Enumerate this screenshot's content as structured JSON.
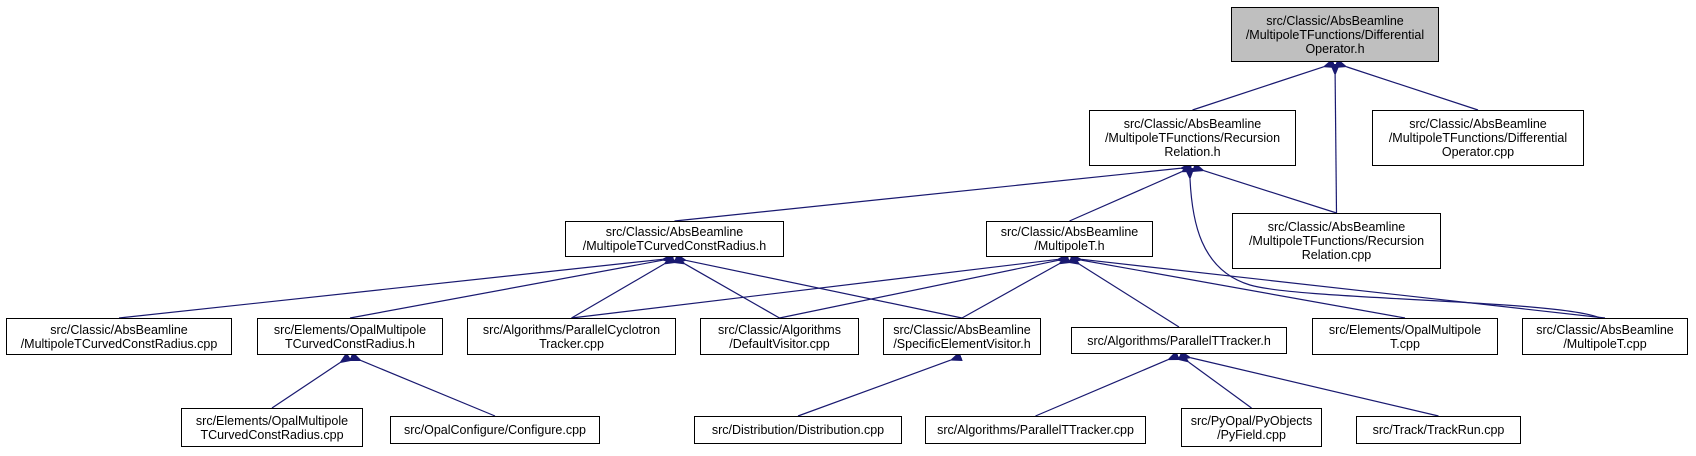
{
  "colors": {
    "edge": "#191970",
    "focus_fill": "#bfbfbf",
    "node_fill": "#ffffff",
    "border": "#000000"
  },
  "nodes": [
    {
      "id": "diffop_h",
      "lines": [
        "src/Classic/AbsBeamline",
        "/MultipoleTFunctions/Differential",
        "Operator.h"
      ],
      "highlight": true
    },
    {
      "id": "recrel_h",
      "lines": [
        "src/Classic/AbsBeamline",
        "/MultipoleTFunctions/Recursion",
        "Relation.h"
      ]
    },
    {
      "id": "diffop_cpp",
      "lines": [
        "src/Classic/AbsBeamline",
        "/MultipoleTFunctions/Differential",
        "Operator.cpp"
      ]
    },
    {
      "id": "curved_h",
      "lines": [
        "src/Classic/AbsBeamline",
        "/MultipoleTCurvedConstRadius.h"
      ]
    },
    {
      "id": "multipolet_h",
      "lines": [
        "src/Classic/AbsBeamline",
        "/MultipoleT.h"
      ]
    },
    {
      "id": "recrel_cpp",
      "lines": [
        "src/Classic/AbsBeamline",
        "/MultipoleTFunctions/Recursion",
        "Relation.cpp"
      ]
    },
    {
      "id": "curved_cpp",
      "lines": [
        "src/Classic/AbsBeamline",
        "/MultipoleTCurvedConstRadius.cpp"
      ]
    },
    {
      "id": "opal_curved_h",
      "lines": [
        "src/Elements/OpalMultipole",
        "TCurvedConstRadius.h"
      ]
    },
    {
      "id": "pct_cpp",
      "lines": [
        "src/Algorithms/ParallelCyclotron",
        "Tracker.cpp"
      ]
    },
    {
      "id": "defvis_cpp",
      "lines": [
        "src/Classic/Algorithms",
        "/DefaultVisitor.cpp"
      ]
    },
    {
      "id": "sev_h",
      "lines": [
        "src/Classic/AbsBeamline",
        "/SpecificElementVisitor.h"
      ]
    },
    {
      "id": "ptt_h",
      "lines": [
        "src/Algorithms/ParallelTTracker.h"
      ]
    },
    {
      "id": "opal_mt_cpp",
      "lines": [
        "src/Elements/OpalMultipole",
        "T.cpp"
      ]
    },
    {
      "id": "multipolet_cpp",
      "lines": [
        "src/Classic/AbsBeamline",
        "/MultipoleT.cpp"
      ]
    },
    {
      "id": "opal_curved_cpp",
      "lines": [
        "src/Elements/OpalMultipole",
        "TCurvedConstRadius.cpp"
      ]
    },
    {
      "id": "configure_cpp",
      "lines": [
        "src/OpalConfigure/Configure.cpp"
      ]
    },
    {
      "id": "distribution_cpp",
      "lines": [
        "src/Distribution/Distribution.cpp"
      ]
    },
    {
      "id": "ptt_cpp",
      "lines": [
        "src/Algorithms/ParallelTTracker.cpp"
      ]
    },
    {
      "id": "pyfield_cpp",
      "lines": [
        "src/PyOpal/PyObjects",
        "/PyField.cpp"
      ]
    },
    {
      "id": "trackrun_cpp",
      "lines": [
        "src/Track/TrackRun.cpp"
      ]
    }
  ],
  "edges": [
    {
      "from": "recrel_h",
      "to": "diffop_h"
    },
    {
      "from": "recrel_cpp",
      "to": "diffop_h"
    },
    {
      "from": "diffop_cpp",
      "to": "diffop_h"
    },
    {
      "from": "curved_h",
      "to": "recrel_h"
    },
    {
      "from": "multipolet_h",
      "to": "recrel_h"
    },
    {
      "from": "recrel_cpp",
      "to": "recrel_h"
    },
    {
      "from": "multipolet_cpp",
      "to": "recrel_h"
    },
    {
      "from": "curved_cpp",
      "to": "curved_h"
    },
    {
      "from": "opal_curved_h",
      "to": "curved_h"
    },
    {
      "from": "pct_cpp",
      "to": "curved_h"
    },
    {
      "from": "defvis_cpp",
      "to": "curved_h"
    },
    {
      "from": "sev_h",
      "to": "curved_h"
    },
    {
      "from": "pct_cpp",
      "to": "multipolet_h"
    },
    {
      "from": "defvis_cpp",
      "to": "multipolet_h"
    },
    {
      "from": "sev_h",
      "to": "multipolet_h"
    },
    {
      "from": "ptt_h",
      "to": "multipolet_h"
    },
    {
      "from": "opal_mt_cpp",
      "to": "multipolet_h"
    },
    {
      "from": "multipolet_cpp",
      "to": "multipolet_h"
    },
    {
      "from": "opal_curved_cpp",
      "to": "opal_curved_h"
    },
    {
      "from": "configure_cpp",
      "to": "opal_curved_h"
    },
    {
      "from": "distribution_cpp",
      "to": "sev_h"
    },
    {
      "from": "ptt_cpp",
      "to": "ptt_h"
    },
    {
      "from": "pyfield_cpp",
      "to": "ptt_h"
    },
    {
      "from": "trackrun_cpp",
      "to": "ptt_h"
    }
  ]
}
